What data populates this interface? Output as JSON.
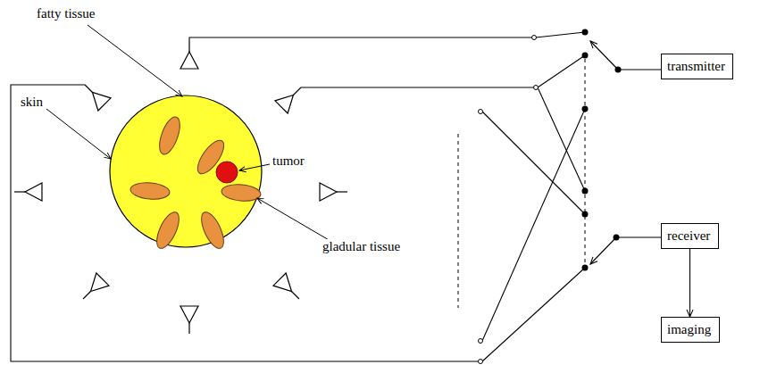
{
  "diagram": {
    "nodes": [
      {
        "text": [
          "transmitter"
        ]
      },
      {
        "text": [
          "receiver"
        ]
      },
      {
        "text": [
          "imaging"
        ]
      }
    ],
    "edges": [
      {
        "from": 1,
        "to": 2,
        "arrow": "to"
      }
    ],
    "labels": [
      "fatty tissue",
      "skin",
      "tumor",
      "gladular tissue"
    ]
  }
}
